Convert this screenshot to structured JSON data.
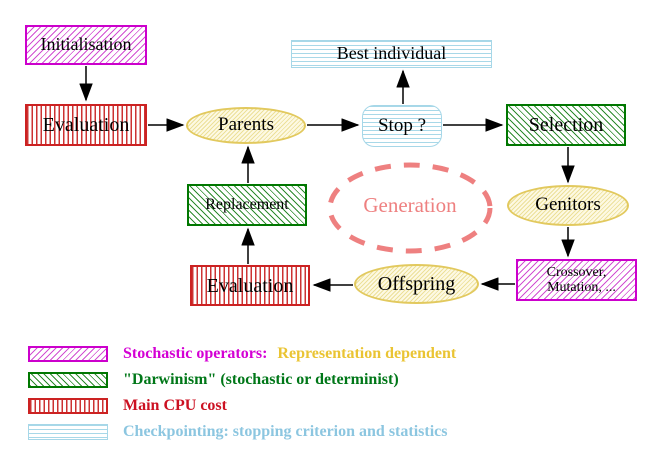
{
  "diagram": {
    "nodes": {
      "initialisation": "Initialisation",
      "evaluation_top": "Evaluation",
      "parents": "Parents",
      "best_individual": "Best individual",
      "stop": "Stop ?",
      "selection": "Selection",
      "genitors": "Genitors",
      "crossover_line1": "Crossover,",
      "crossover_line2": "Mutation, ...",
      "offspring": "Offspring",
      "evaluation_bottom": "Evaluation",
      "replacement": "Replacement",
      "generation": "Generation"
    },
    "legend": {
      "row1_label": "Stochastic operators:",
      "row1_extra": "Representation dependent",
      "row2_label": "\"Darwinism\" (stochastic or determinist)",
      "row3_label": "Main CPU cost",
      "row4_label": "Checkpointing: stopping criterion and statistics"
    },
    "colors": {
      "stochastic_magenta": "#cc00cc",
      "representation_gold": "#eac433",
      "darwinism_green": "#007700",
      "cpu_red": "#cc2222",
      "checkpoint_cyan": "#a8d8e8",
      "ellipse_yellow": "#e2c95e",
      "generation_salmon": "#ee8080",
      "arrow_black": "#000000"
    }
  }
}
